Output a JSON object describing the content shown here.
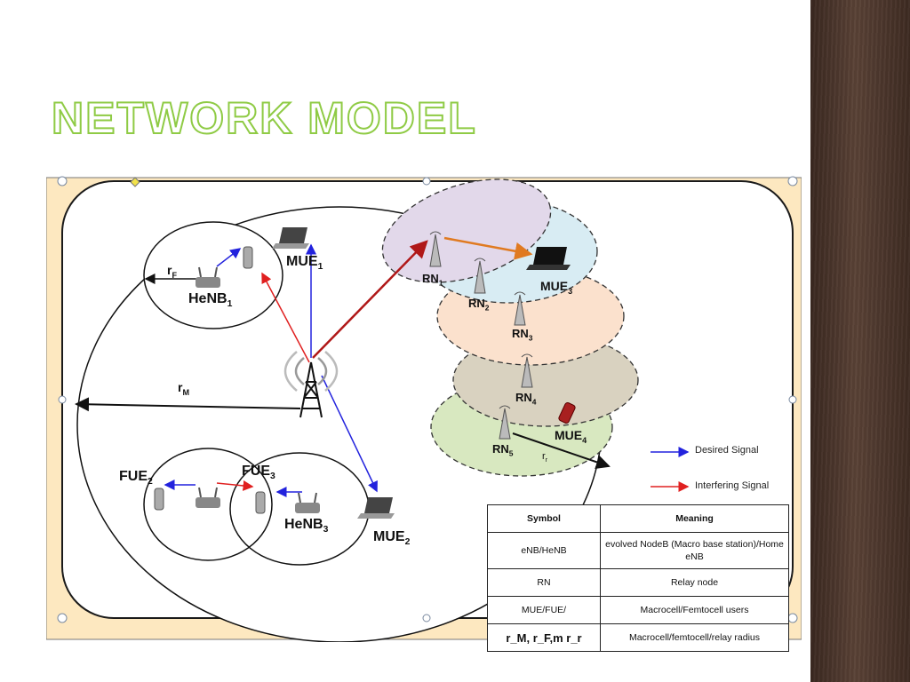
{
  "slide": {
    "title": "NETWORK MODEL",
    "colors": {
      "title_outline": "#8fcb45",
      "sidebar": "#4a352b",
      "desired_signal": "#2222dd",
      "interfering_signal": "#e02020",
      "relay_link": "#b01818",
      "rn_link": "#e07a20"
    }
  },
  "diagram": {
    "labels": {
      "rF": "r",
      "rF_sub": "F",
      "henb1": "HeNB",
      "henb1_sub": "1",
      "mue1": "MUE",
      "mue1_sub": "1",
      "rM": "r",
      "rM_sub": "M",
      "fue2": "FUE",
      "fue2_sub": "2",
      "fue3": "FUE",
      "fue3_sub": "3",
      "henb3": "HeNB",
      "henb3_sub": "3",
      "mue2": "MUE",
      "mue2_sub": "2",
      "rn1": "RN",
      "rn1_sub": "1",
      "rn2": "RN",
      "rn2_sub": "2",
      "rn3": "RN",
      "rn3_sub": "3",
      "rn4": "RN",
      "rn4_sub": "4",
      "rn5": "RN",
      "rn5_sub": "5",
      "mue3": "MUE",
      "mue3_sub": "3",
      "mue4": "MUE",
      "mue4_sub": "4",
      "rr": "r",
      "rr_sub": "r"
    },
    "legend": {
      "desired": "Desired Signal",
      "interfering": "Interfering Signal"
    },
    "table": {
      "headers": [
        "Symbol",
        "Meaning"
      ],
      "rows": [
        {
          "symbol": "eNB/HeNB",
          "meaning": "evolved NodeB (Macro base station)/Home eNB"
        },
        {
          "symbol": "RN",
          "meaning": "Relay node"
        },
        {
          "symbol": "MUE/FUE/",
          "meaning": "Macrocell/Femtocell users"
        },
        {
          "symbol": "r_M, r_F,m r_r",
          "meaning": "Macrocell/femtocell/relay radius"
        }
      ]
    }
  }
}
